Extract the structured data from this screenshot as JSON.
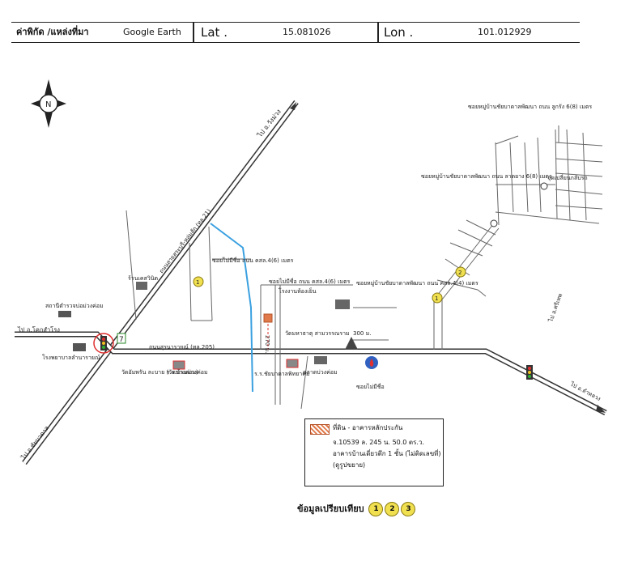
{
  "header": {
    "coord_source_label": "ค่าพิกัด /แหล่งที่มา",
    "source_value": "Google Earth",
    "lat_label": "Lat .",
    "lat_value": "15.081026",
    "lon_label": "Lon .",
    "lon_value": "101.012929"
  },
  "map": {
    "compass_letter": "N",
    "labels": {
      "to_wang_muang": "ไป อ.วังม่วง",
      "highway_21_name": "ถนนสายสระบุรี-หล่มสัก (ทล.21)",
      "to_lop_buri": "ไป อ.โคกสำโรง",
      "to_chai_badan": "ไป อ.ชัยบาดาล",
      "to_si_thep": "ไป อ.ศรีเทพ",
      "to_kham_lang": "ไป อ.ลำหลวง",
      "road_205": "ถนนสุรนารายณ์ (ทล.205)",
      "soi_mai_chue_1": "ซอยไม่มีชื่อ ถนน คสล.4(6) เมตร",
      "soi_mai_chue_2": "ซอยไม่มีชื่อ ถนน คสล.4(6) เมตร",
      "soi_mai_chue_3": "ซอยไม่มีชื่อ",
      "village_1": "ซอยหมู่บ้านชัยบาดาลพัฒนา ถนน ลูกรัง 6(8) เมตร",
      "village_2": "ซอยหมู่บ้านชัยบาดาลพัฒนา ถนน ลาดยาง 6(8) เมตร",
      "village_3": "ซอยหมู่บ้านชัยบาดาลพัฒนา ถนน คสล.4(4) เมตร",
      "roundabout": "จุดเปลี่ยนกลับรถ",
      "shop": "ร้านเคสวินิต",
      "police": "สถานีตำรวจบ่อม่วงค่อม",
      "hospital": "โรงพยาบาลลำนารายณ์",
      "mosque": "วัดอัมพรัน ละบาย (วัดบ่วงค่อม)",
      "school_1": "ร.ร.บ้านม่วงค่อม",
      "school_2": "ร.ร.ชัยบาดาลพิทยาคม",
      "factory": "โรงงานห้องเย็น",
      "temple": "วัดมหาธาตุ สามวรรณราม",
      "distance_300": "300 ม.",
      "distance_270": "270 ม.",
      "market": "ตลาดบ่วงค่อม",
      "seven_eleven": "7"
    },
    "markers": [
      "1",
      "1",
      "2"
    ]
  },
  "legend": {
    "title": "ที่ดิน - อาคารหลักประกัน",
    "line1": "จ.10539 ล. 245 น. 50.0 ตร.ว.",
    "line2": "อาคารบ้านเดี่ยวตึก 1 ชั้น (ไม่ติดเลขที่)",
    "line3": "(ดูรูปขยาย)"
  },
  "compare": {
    "label": "ข้อมูลเปรียบเทียบ",
    "items": [
      "1",
      "2",
      "3"
    ]
  },
  "colors": {
    "road": "#888888",
    "road_outline": "#333333",
    "canal": "#3aa0e0",
    "collateral": "#e07a4a",
    "marker": "#f0e050",
    "traffic_red": "#e03030"
  }
}
